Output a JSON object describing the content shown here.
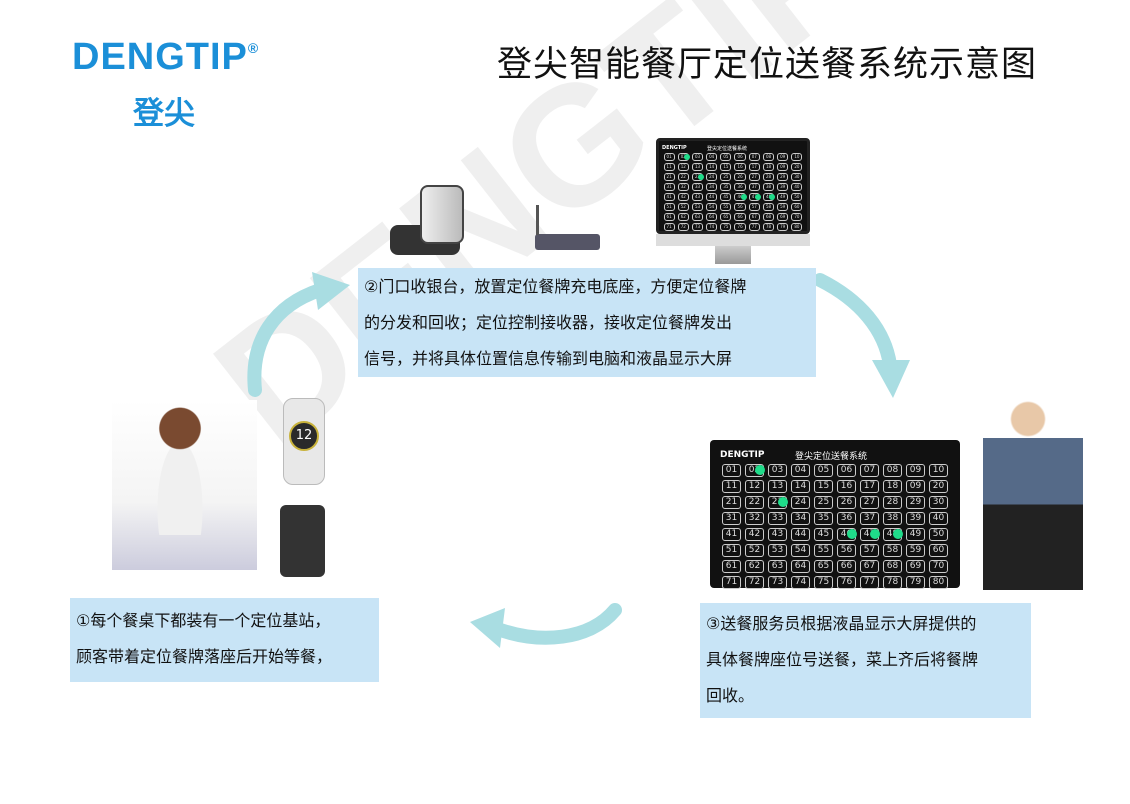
{
  "logo": {
    "brand": "DENGTIP",
    "reg": "®",
    "cn": "登尖"
  },
  "title": "登尖智能餐厅定位送餐系统示意图",
  "watermark": "DENGTIP®",
  "steps": [
    {
      "lines": [
        "①每个餐桌下都装有一个定位基站，",
        "顾客带着定位餐牌落座后开始等餐，"
      ]
    },
    {
      "lines": [
        "②门口收银台，放置定位餐牌充电底座，方便定位餐牌",
        "的分发和回收；定位控制接收器，接收定位餐牌发出",
        "信号，并将具体位置信息传输到电脑和液晶显示大屏"
      ]
    },
    {
      "lines": [
        "③送餐服务员根据液晶显示大屏提供的",
        "具体餐牌座位号送餐，菜上齐后将餐牌",
        "回收。"
      ]
    }
  ],
  "screen": {
    "brand": "DENGTIP",
    "title": "登尖定位送餐系统",
    "cells": [
      "01",
      "02",
      "03",
      "04",
      "05",
      "06",
      "07",
      "08",
      "09",
      "10",
      "11",
      "12",
      "13",
      "14",
      "15",
      "16",
      "17",
      "18",
      "09",
      "20",
      "21",
      "22",
      "23",
      "24",
      "25",
      "26",
      "27",
      "28",
      "29",
      "30",
      "31",
      "32",
      "33",
      "34",
      "35",
      "36",
      "37",
      "38",
      "39",
      "40",
      "41",
      "42",
      "43",
      "44",
      "45",
      "46",
      "47",
      "48",
      "49",
      "50",
      "51",
      "52",
      "53",
      "54",
      "55",
      "56",
      "57",
      "58",
      "59",
      "60",
      "61",
      "62",
      "63",
      "64",
      "65",
      "66",
      "67",
      "68",
      "69",
      "70",
      "71",
      "72",
      "73",
      "74",
      "75",
      "76",
      "77",
      "78",
      "79",
      "80"
    ],
    "highlighted": [
      "02",
      "23",
      "46",
      "47",
      "48"
    ]
  },
  "pager_number": "12",
  "colors": {
    "brand": "#1b8fd8",
    "box": "#c8e4f6",
    "arrow": "#a9dde2",
    "active": "#1fdc8a"
  }
}
